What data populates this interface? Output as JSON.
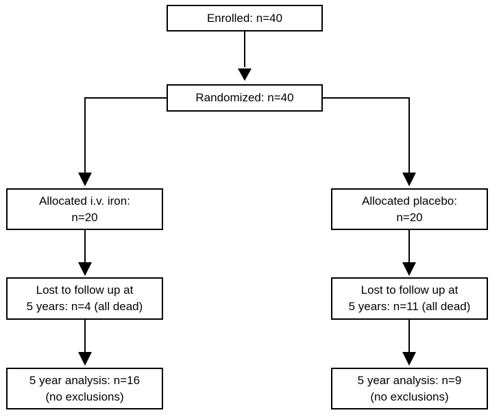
{
  "enrolled": {
    "line1": "Enrolled: n=40"
  },
  "randomized": {
    "line1": "Randomized: n=40"
  },
  "left": {
    "allocated": {
      "line1": "Allocated i.v. iron:",
      "line2": "n=20"
    },
    "lost": {
      "line1": "Lost to follow up at",
      "line2": "5 years: n=4 (all dead)"
    },
    "analysis": {
      "line1": "5 year analysis: n=16",
      "line2": "(no exclusions)"
    }
  },
  "right": {
    "allocated": {
      "line1": "Allocated placebo:",
      "line2": "n=20"
    },
    "lost": {
      "line1": "Lost to follow up at",
      "line2": "5 years: n=11 (all dead)"
    },
    "analysis": {
      "line1": "5 year analysis: n=9",
      "line2": "(no exclusions)"
    }
  }
}
